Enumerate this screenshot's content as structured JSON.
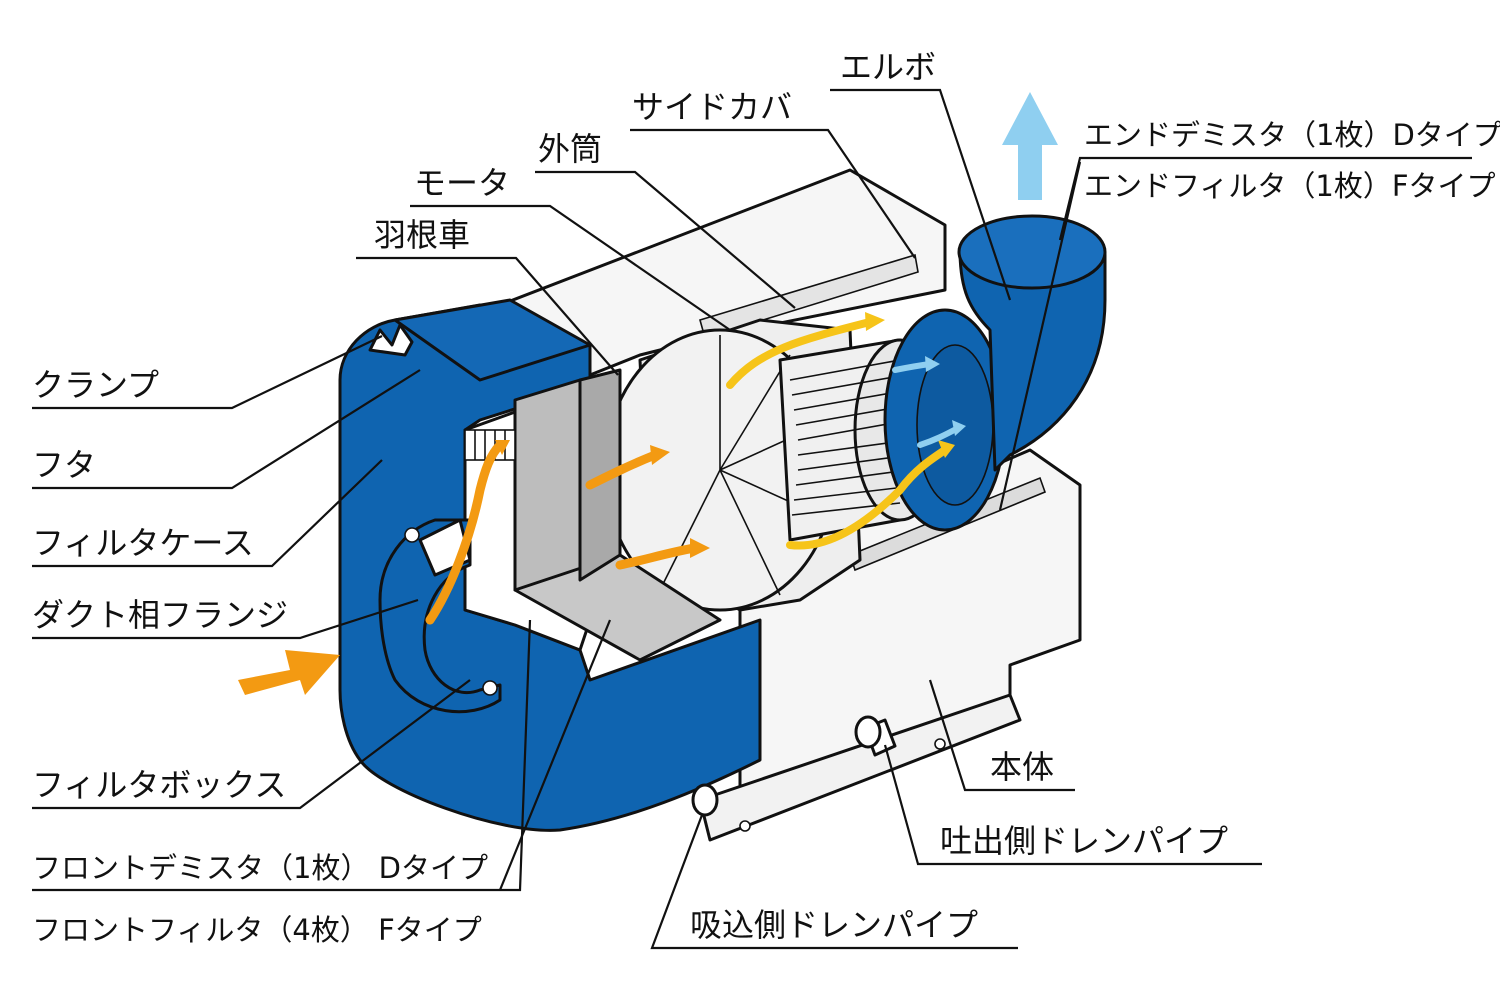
{
  "colors": {
    "blue": "#0f64b0",
    "gray_panel": "#bdbdbd",
    "light_gray": "#e4e4e4",
    "white_body": "#f6f6f6",
    "orange_arrow": "#f39a12",
    "yellow_flow": "#f6c419",
    "light_blue_arrow": "#8fcff0",
    "line": "#111111"
  },
  "labels": {
    "elbow": "エルボ",
    "side_cover": "サイドカバ",
    "outer_cylinder": "外筒",
    "motor": "モータ",
    "impeller": "羽根車",
    "end_demister": "エンドデミスタ（1枚）Dタイプ",
    "end_filter": "エンドフィルタ（1枚）Fタイプ",
    "clamp": "クランプ",
    "lid": "フタ",
    "filter_case": "フィルタケース",
    "duct_flange": "ダクト相フランジ",
    "filter_box": "フィルタボックス",
    "front_demister": "フロントデミスタ（1枚） Dタイプ",
    "front_filter": "フロントフィルタ（4枚） Fタイプ",
    "body": "本体",
    "outlet_drain": "吐出側ドレンパイプ",
    "inlet_drain": "吸込側ドレンパイプ"
  }
}
